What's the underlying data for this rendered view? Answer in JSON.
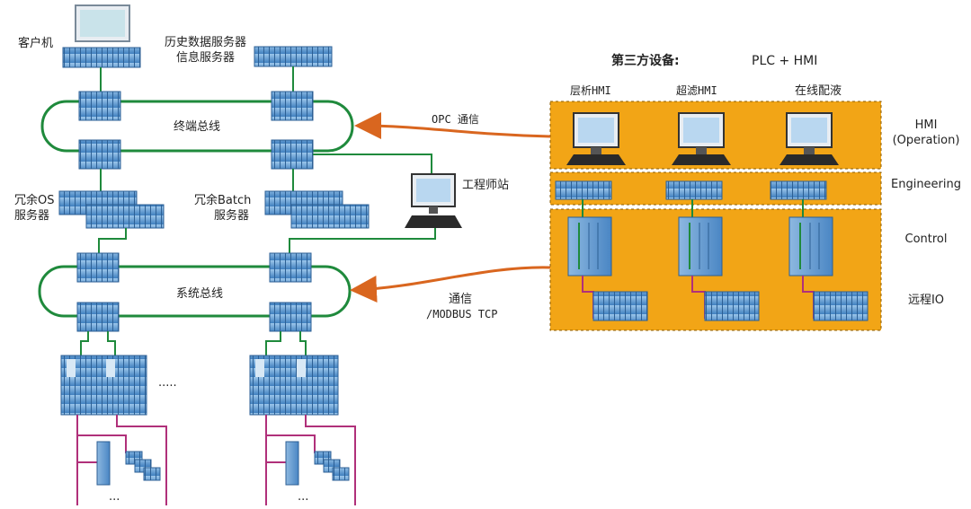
{
  "left": {
    "client_label": "客户机",
    "history_server_label": "历史数据服务器",
    "info_server_label": "信息服务器",
    "terminal_bus_label": "终端总线",
    "redundant_os_line1": "冗余OS",
    "redundant_os_line2": "服务器",
    "redundant_batch_line1": "冗余Batch",
    "redundant_batch_line2": "服务器",
    "engineer_station_label": "工程师站",
    "system_bus_label": "系统总线",
    "ellipsis_right": ".....",
    "ellipsis_bottom": "..."
  },
  "links": {
    "opc_label": "OPC 通信",
    "comm_label": "通信",
    "modbus_label": "/MODBUS TCP"
  },
  "third_party": {
    "title": "第三方设备:",
    "subtitle": "PLC + HMI",
    "hmi_names": [
      "层析HMI",
      "超滤HMI",
      "在线配液"
    ],
    "row_labels": {
      "hmi_line1": "HMI",
      "hmi_line2": "(Operation)",
      "engineering": "Engineering",
      "control": "Control",
      "remote_io": "远程IO"
    }
  },
  "colors": {
    "bus_green": "#1f8a3c",
    "arrow_orange": "#d9661f",
    "panel_orange": "#f2a516",
    "device_blue": "#5b9bd5",
    "field_magenta": "#b0307a"
  }
}
